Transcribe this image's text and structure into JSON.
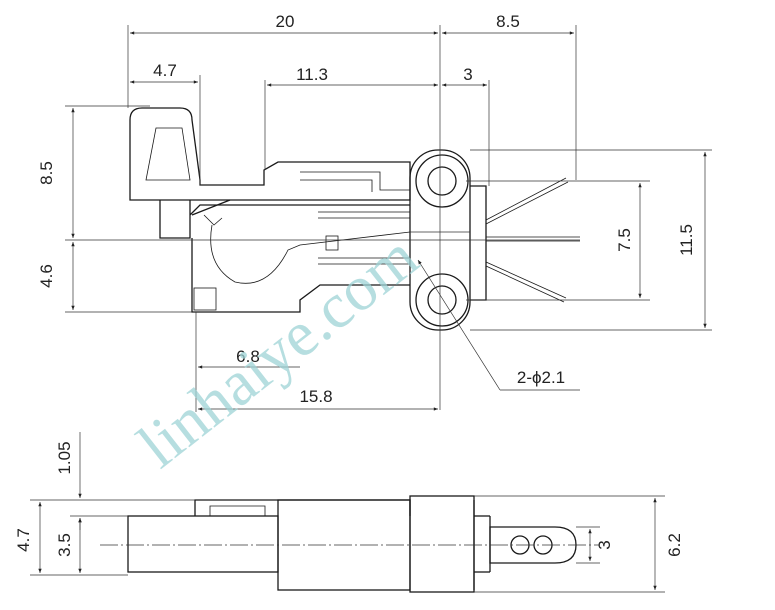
{
  "dimensions": {
    "top_overall": "20",
    "top_right": "8.5",
    "lever": "4.7",
    "body": "11.3",
    "tab": "3",
    "left_upper": "8.5",
    "left_lower": "4.6",
    "mount_spacing": "7.5",
    "height_overall": "11.5",
    "bottom_a": "6.8",
    "bottom_b": "15.8",
    "hole_callout": "2-ϕ2.1",
    "side_top": "1.05",
    "side_overall": "4.7",
    "side_inner": "3.5",
    "side_tab_pitch": "3",
    "side_width": "6.2"
  },
  "watermark": "linhaiye.com"
}
